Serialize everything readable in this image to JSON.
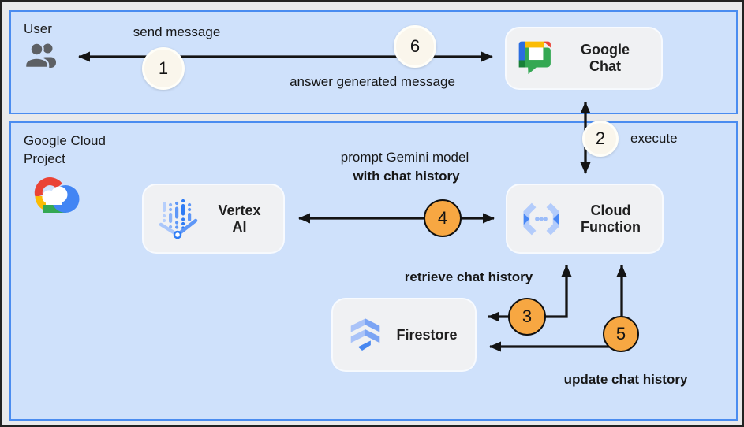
{
  "colors": {
    "lane_fill": "#cfe1fb",
    "lane_border": "#4a8cf0",
    "node_fill": "#f0f1f3",
    "badge_white_fill": "#faf6ec",
    "badge_orange_fill": "#f7a742",
    "arrow": "#141414",
    "text": "#1c1c1c"
  },
  "lanes": {
    "user": {
      "title": "User"
    },
    "gcp": {
      "title_line1": "Google Cloud",
      "title_line2": "Project"
    }
  },
  "nodes": {
    "google_chat": {
      "line1": "Google",
      "line2": "Chat"
    },
    "vertex_ai": {
      "line1": "Vertex",
      "line2": "AI"
    },
    "cloud_function": {
      "line1": "Cloud",
      "line2": "Function"
    },
    "firestore": {
      "label": "Firestore"
    }
  },
  "badges": {
    "b1": "1",
    "b2": "2",
    "b3": "3",
    "b4": "4",
    "b5": "5",
    "b6": "6"
  },
  "edge_labels": {
    "send_message": "send message",
    "answer": "answer generated message",
    "execute": "execute",
    "prompt_line1": "prompt Gemini model",
    "prompt_line2": "with chat history",
    "retrieve": "retrieve chat history",
    "update": "update chat history"
  },
  "icons": {
    "user": "users-icon",
    "google_chat": "google-chat-icon",
    "google_cloud": "google-cloud-icon",
    "vertex_ai": "vertex-ai-icon",
    "cloud_function": "cloud-functions-icon",
    "firestore": "firestore-icon"
  }
}
